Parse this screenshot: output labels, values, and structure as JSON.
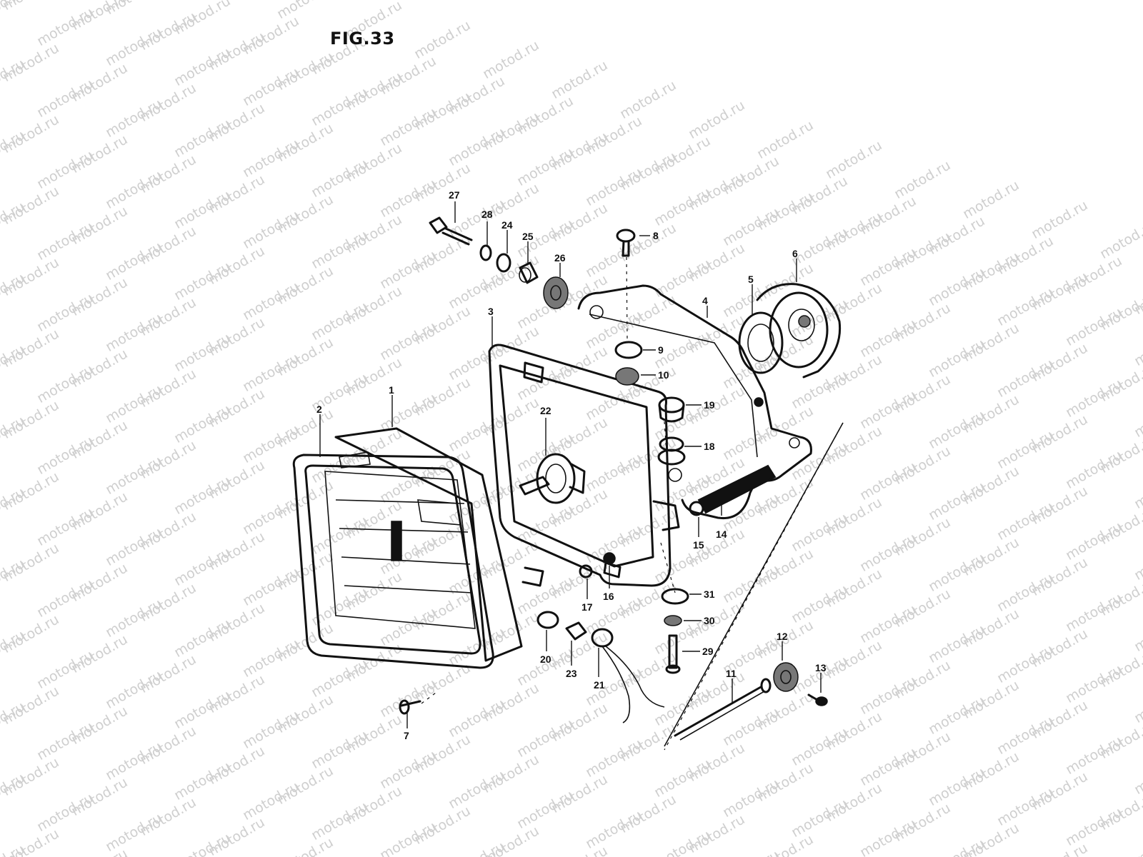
{
  "figure": {
    "title": "FIG.33"
  },
  "watermark": {
    "text": "motod.ru"
  },
  "callouts": [
    {
      "id": "1",
      "label": "1"
    },
    {
      "id": "2",
      "label": "2"
    },
    {
      "id": "3",
      "label": "3"
    },
    {
      "id": "4",
      "label": "4"
    },
    {
      "id": "5",
      "label": "5"
    },
    {
      "id": "6",
      "label": "6"
    },
    {
      "id": "7",
      "label": "7"
    },
    {
      "id": "8",
      "label": "8"
    },
    {
      "id": "9",
      "label": "9"
    },
    {
      "id": "10",
      "label": "10"
    },
    {
      "id": "11",
      "label": "11"
    },
    {
      "id": "12",
      "label": "12"
    },
    {
      "id": "13",
      "label": "13"
    },
    {
      "id": "14",
      "label": "14"
    },
    {
      "id": "15",
      "label": "15"
    },
    {
      "id": "16",
      "label": "16"
    },
    {
      "id": "17",
      "label": "17"
    },
    {
      "id": "18",
      "label": "18"
    },
    {
      "id": "19",
      "label": "19"
    },
    {
      "id": "20",
      "label": "20"
    },
    {
      "id": "21",
      "label": "21"
    },
    {
      "id": "22",
      "label": "22"
    },
    {
      "id": "23",
      "label": "23"
    },
    {
      "id": "24",
      "label": "24"
    },
    {
      "id": "25",
      "label": "25"
    },
    {
      "id": "26",
      "label": "26"
    },
    {
      "id": "27",
      "label": "27"
    },
    {
      "id": "28",
      "label": "28"
    },
    {
      "id": "29",
      "label": "29"
    },
    {
      "id": "30",
      "label": "30"
    },
    {
      "id": "31",
      "label": "31"
    }
  ]
}
